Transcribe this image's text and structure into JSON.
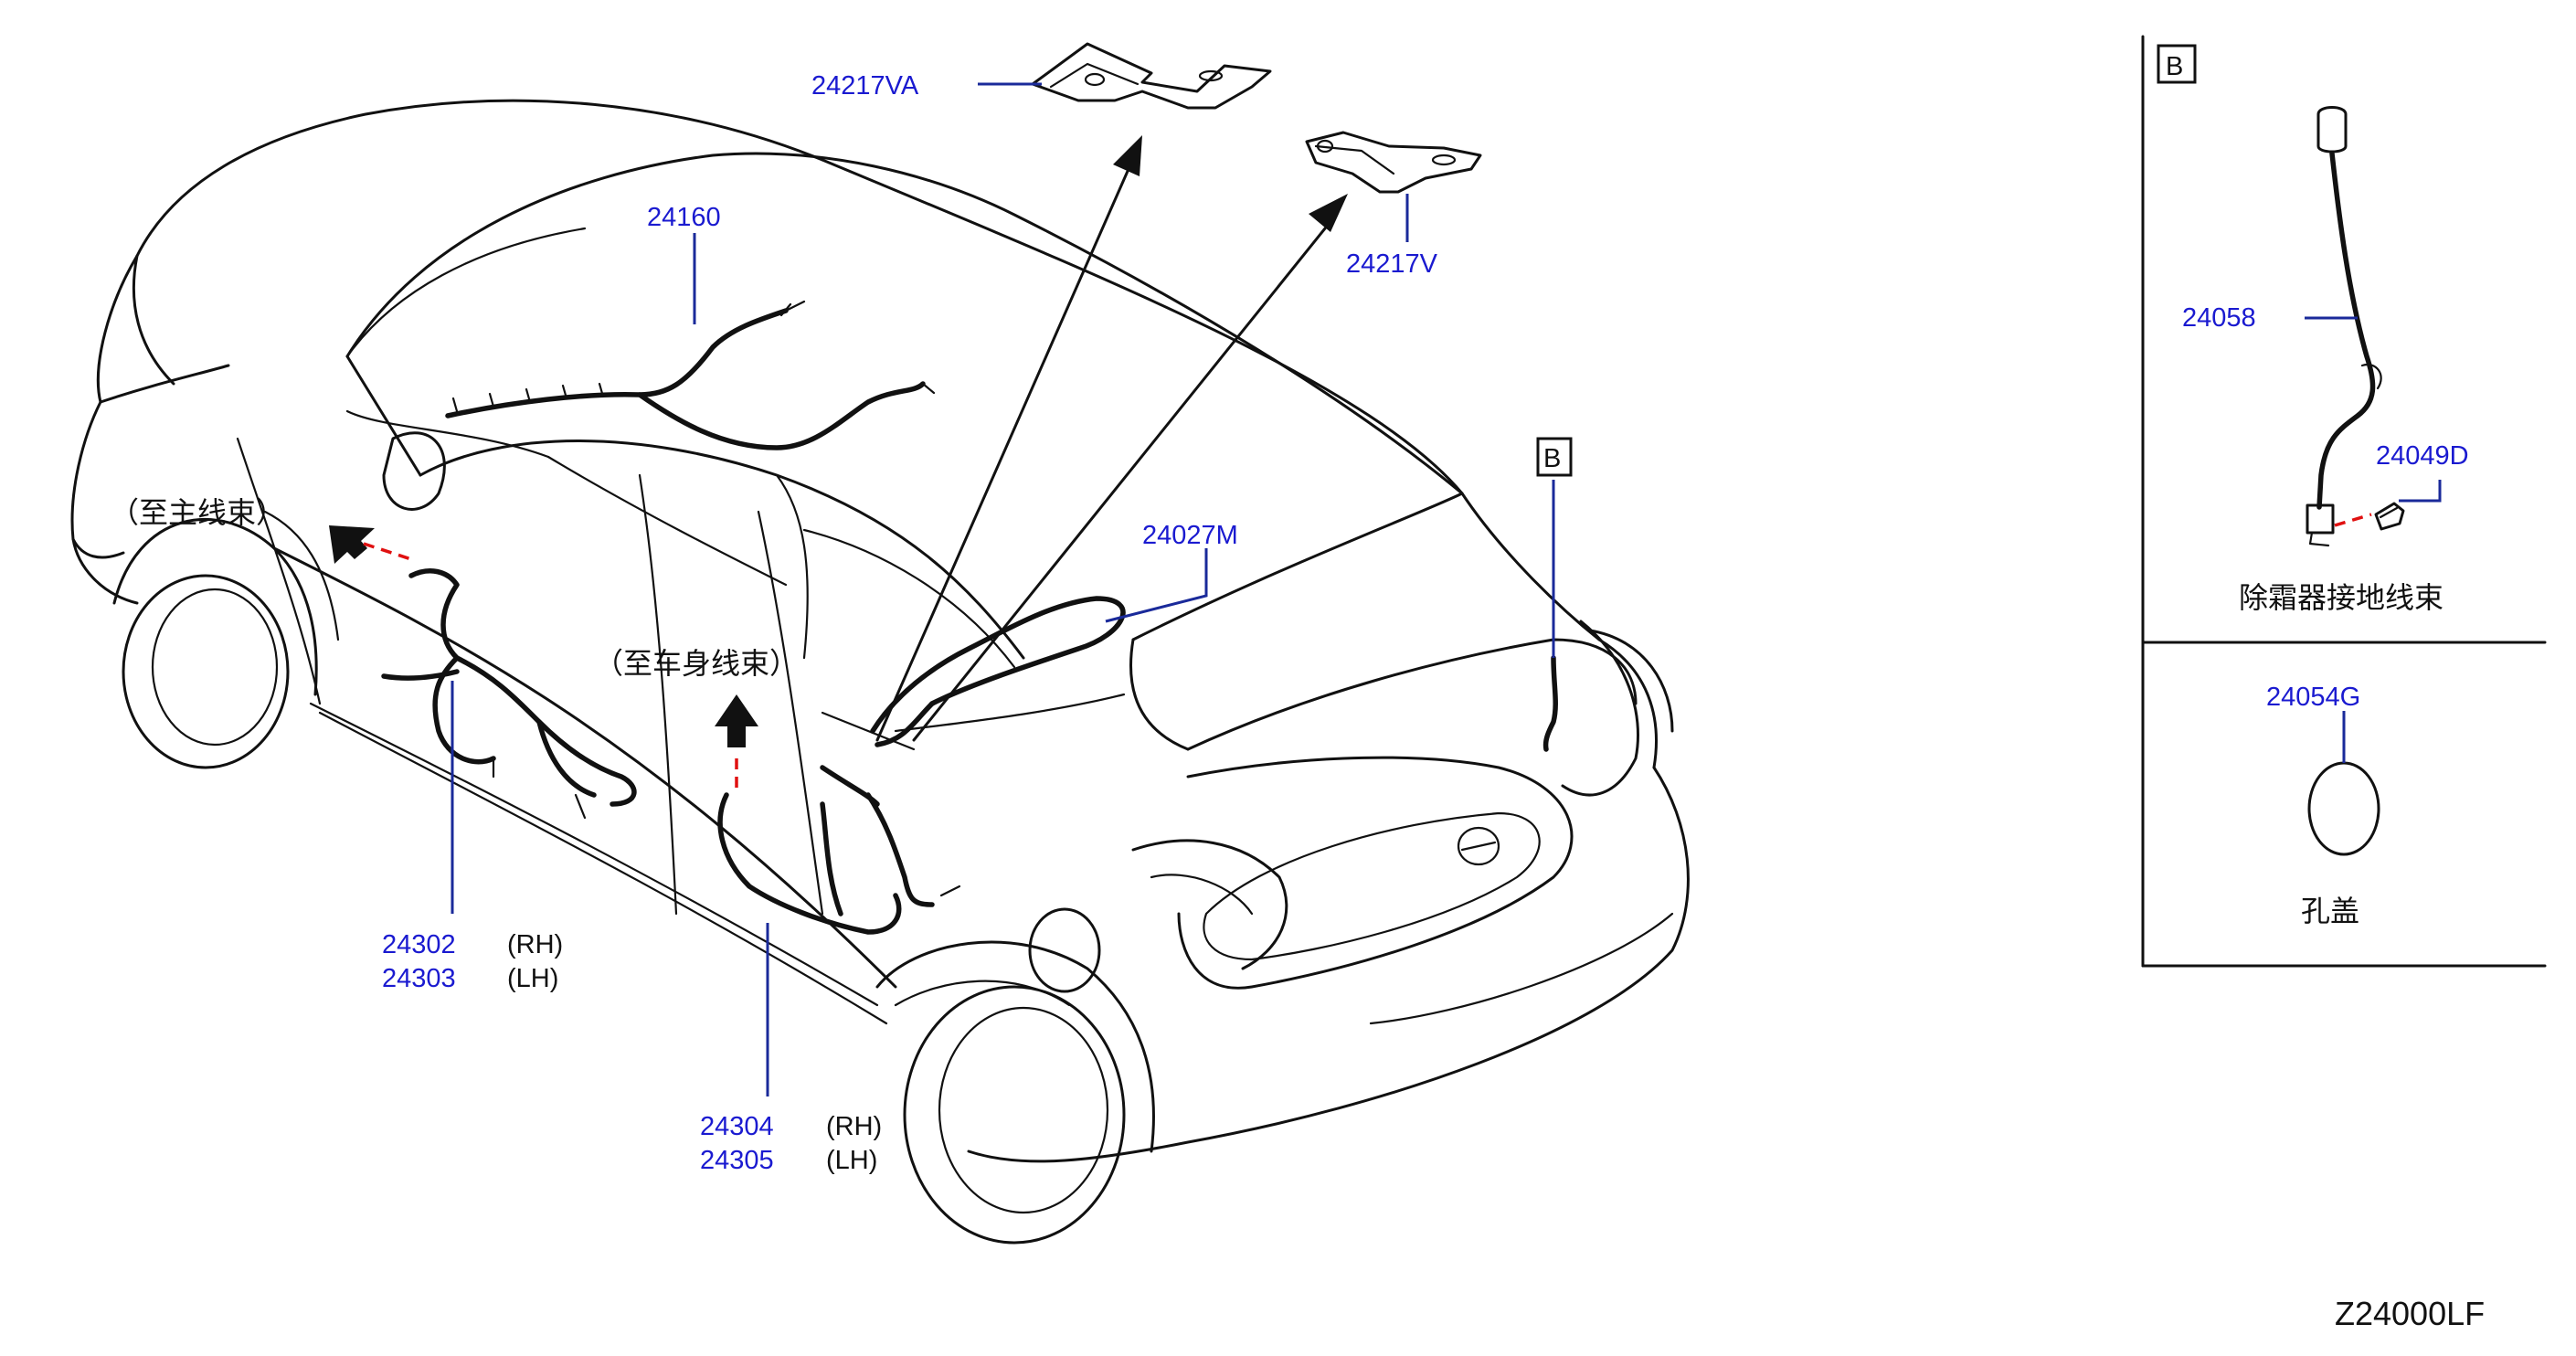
{
  "diagram": {
    "code": "Z24000LF",
    "parts": {
      "p24217VA": "24217VA",
      "p24217V": "24217V",
      "p24160": "24160",
      "p24027M": "24027M",
      "p24302": "24302",
      "p24303": "24303",
      "p24304": "24304",
      "p24305": "24305",
      "p24058": "24058",
      "p24049D": "24049D",
      "p24054G": "24054G"
    },
    "side": {
      "rh": "(RH)",
      "lh": "(LH)"
    },
    "callouts": {
      "to_main": "（至主线束）",
      "to_body": "（至车身线束）"
    },
    "detail": {
      "ref_letter": "B",
      "defroster_ground": "除霜器接地线束",
      "hole_cover": "孔盖"
    }
  }
}
